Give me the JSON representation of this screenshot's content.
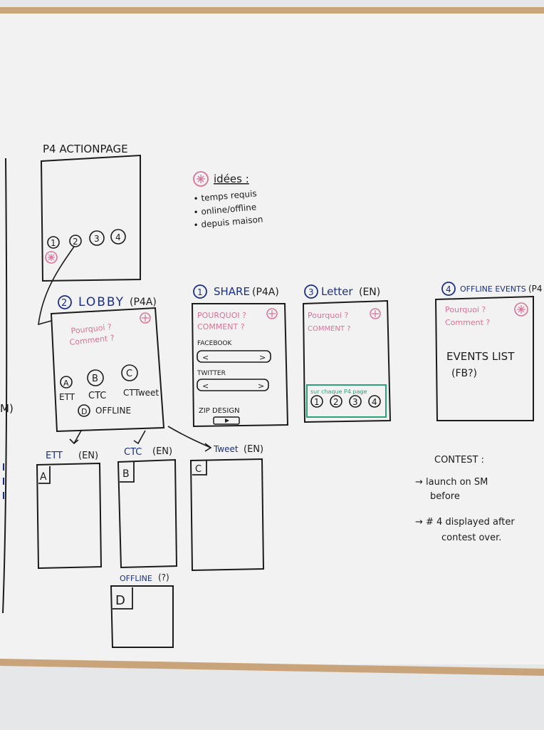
{
  "colors": {
    "ink_black": "#1b1b1b",
    "ink_blue": "#1b2f86",
    "ink_pink": "#d9749a",
    "ink_green": "#2aa37a",
    "frame": "#c9a37a",
    "board": "#f1f2f1"
  },
  "left_edge": {
    "fragment": "M)"
  },
  "p4_action_page": {
    "title": "P4 ACTIONPAGE",
    "circles": [
      "1",
      "2",
      "3",
      "4"
    ],
    "icon": "asterisk-icon"
  },
  "ideas": {
    "heading": "idées :",
    "items": [
      "temps requis",
      "online/offline",
      "depuis maison"
    ]
  },
  "lobby": {
    "num": "2",
    "title": "LOBBY",
    "tag": "(P4A)",
    "question1": "Pourquoi ?",
    "question2": "Comment ?",
    "options": [
      {
        "letter": "A",
        "label": "ETT"
      },
      {
        "letter": "B",
        "label": "CTC"
      },
      {
        "letter": "C",
        "label": "CTTweet"
      },
      {
        "letter": "D",
        "label": "OFFLINE"
      }
    ]
  },
  "share": {
    "num": "1",
    "title": "SHARE",
    "tag": "(P4A)",
    "question1": "POURQUOI ?",
    "question2": "COMMENT ?",
    "facebook": "FACEBOOK",
    "twitter": "TWITTER",
    "arrow_left": "<",
    "arrow_right": ">",
    "zip": "ZIP DESIGN"
  },
  "letter": {
    "num": "3",
    "title": "Letter",
    "tag": "(EN)",
    "question1": "Pourquoi ?",
    "question2": "COMMENT ?",
    "note": "sur chaque P4 page",
    "circles": [
      "1",
      "2",
      "3",
      "4"
    ]
  },
  "offline_events": {
    "num": "4",
    "title": "OFFLINE EVENTS",
    "tag": "(P4",
    "question1": "Pourquoi ?",
    "question2": "Comment ?",
    "list": "EVENTS LIST",
    "sub": "(FB?)"
  },
  "pages": {
    "ett": {
      "title": "ETT",
      "tag": "(EN)",
      "letter": "A"
    },
    "ctc": {
      "title": "CTC",
      "tag": "(EN)",
      "letter": "B"
    },
    "tweet": {
      "title": "Tweet",
      "tag": "(EN)",
      "letter": "C"
    },
    "offline": {
      "title": "OFFLINE",
      "tag": "(?)",
      "letter": "D"
    }
  },
  "contest": {
    "heading": "CONTEST :",
    "line1a": "→ launch on SM",
    "line1b": "before",
    "line2a": "→ # 4 displayed after",
    "line2b": "contest over."
  }
}
